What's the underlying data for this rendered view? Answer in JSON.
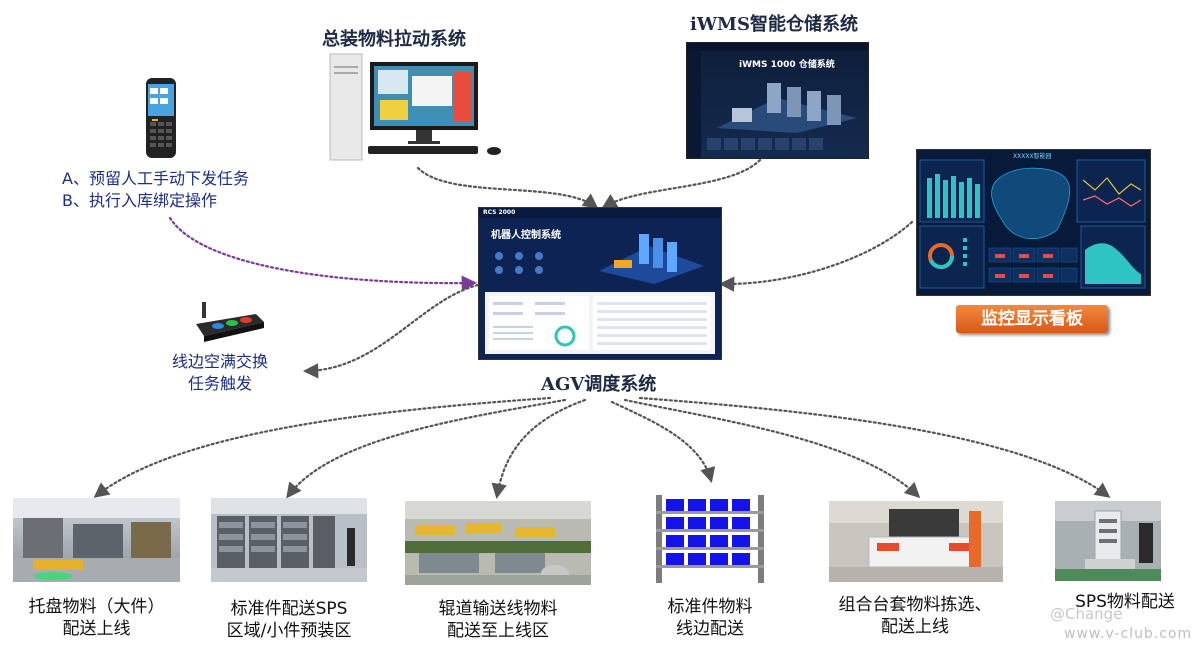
{
  "systems": {
    "assembly_pull": "总装物料拉动系统",
    "iwms": "iWMS智能仓储系统",
    "agv": "AGV调度系统",
    "monitor": "监控显示看板"
  },
  "handheld": {
    "line_a": "A、预留人工手动下发任务",
    "line_b": "B、执行入库绑定操作"
  },
  "trigger": {
    "line1": "线边空满交换",
    "line2": "任务触发"
  },
  "screens": {
    "iwms_title": "iWMS 1000 仓储系统",
    "rcs_logo": "RCS 2000",
    "rcs_title": "机器人控制系统",
    "monitor_badge": "XXXXX智能园"
  },
  "destinations": [
    {
      "line1": "托盘物料（大件）",
      "line2": "配送上线"
    },
    {
      "line1": "标准件配送SPS",
      "line2": "区域/小件预装区"
    },
    {
      "line1": "辊道输送线物料",
      "line2": "配送至上线区"
    },
    {
      "line1": "标准件物料",
      "line2": "线边配送"
    },
    {
      "line1": "组合台套物料拣选、",
      "line2": "配送上线"
    },
    {
      "line1": "SPS物料配送",
      "line2": ""
    }
  ],
  "watermark": {
    "line1": "@Change",
    "line2": "www.v-club.com"
  },
  "colors": {
    "accent_orange": "#e8692a",
    "dark_blue": "#0b1f4d",
    "arrow_gray": "#555555",
    "arrow_purple": "#7a3a9a",
    "text_blue": "#1c2f8a"
  }
}
